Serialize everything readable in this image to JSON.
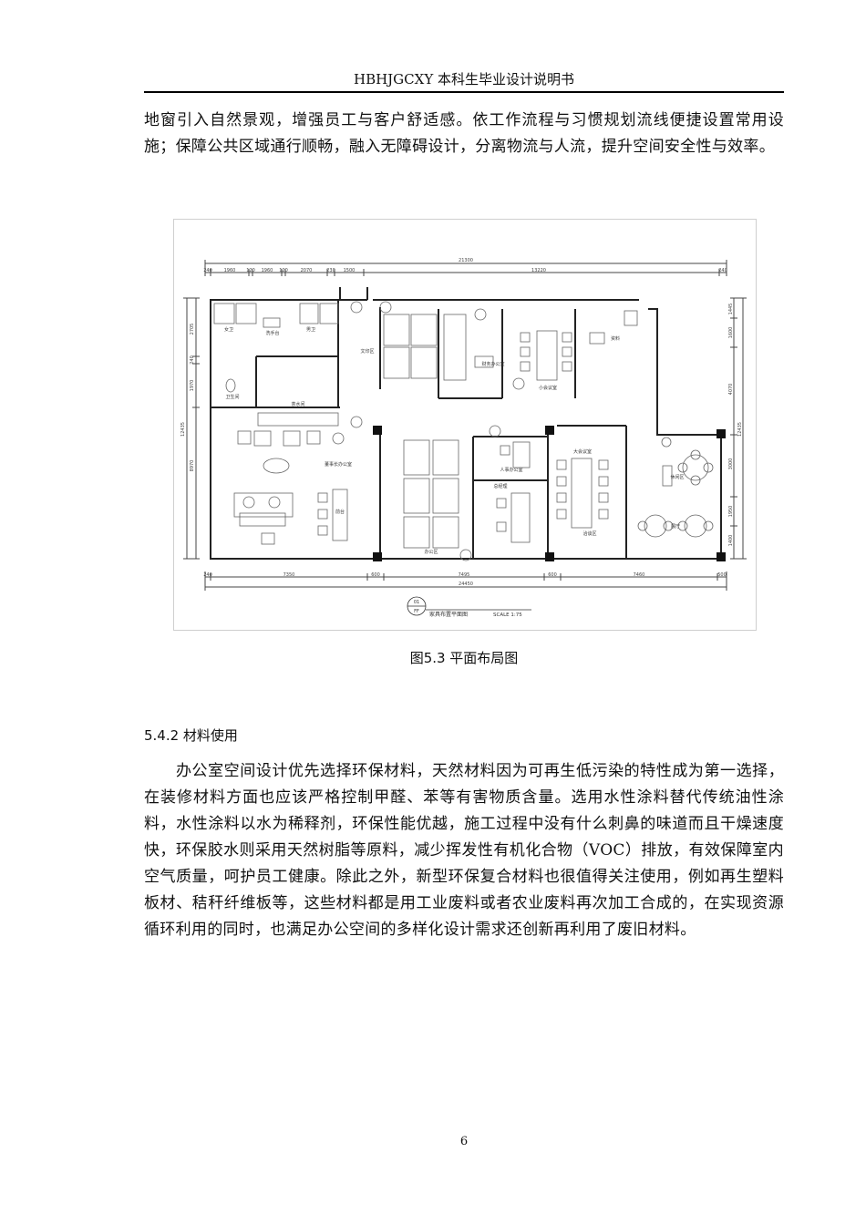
{
  "header": {
    "title": "HBHJGCXY 本科生毕业设计说明书"
  },
  "body": {
    "intro_paragraph": "地窗引入自然景观，增强员工与客户舒适感。依工作流程与习惯规划流线便捷设置常用设施；保障公共区域通行顺畅，融入无障碍设计，分离物流与人流，提升空间安全性与效率。",
    "figure_caption": "图5.3 平面布局图",
    "section_title": "5.4.2 材料使用",
    "section_paragraph": "办公室空间设计优先选择环保材料，天然材料因为可再生低污染的特性成为第一选择，在装修材料方面也应该严格控制甲醛、苯等有害物质含量。选用水性涂料替代传统油性涂料，水性涂料以水为稀释剂，环保性能优越，施工过程中没有什么刺鼻的味道而且干燥速度快，环保胶水则采用天然树脂等原料，减少挥发性有机化合物（VOC）排放，有效保障室内空气质量，呵护员工健康。除此之外，新型环保复合材料也很值得关注使用，例如再生塑料板材、秸秆纤维板等，这些材料都是用工业废料或者农业废料再次加工合成的，在实现资源循环利用的同时，也满足办公空间的多样化设计需求还创新再利用了废旧材料。"
  },
  "floor_plan": {
    "top_overall_dim": "21300",
    "top_dims": [
      "240",
      "1960",
      "120",
      "1960",
      "120",
      "2070",
      "230",
      "1500",
      "13220",
      "240"
    ],
    "bottom_dims": [
      "240",
      "7350",
      "600",
      "7495",
      "600",
      "7460",
      "500"
    ],
    "bottom_overall_dim": "24450",
    "left_dims": [
      "2705",
      "240",
      "1970",
      "12435",
      "8970"
    ],
    "right_dims": [
      "1445",
      "1600",
      "4070",
      "12435",
      "3000",
      "1950",
      "1400"
    ],
    "rooms": {
      "female_wc": "女卫",
      "wash_area": "洗手台",
      "male_wc": "男卫",
      "cleaning": "卫生间",
      "tea_room": "茶水间",
      "chairman": "董事长办公室",
      "reception": "前台",
      "copy_area": "文印区",
      "finance": "财务办公室",
      "small_meeting": "小会议室",
      "archive": "资料",
      "staff_area": "办公区",
      "hr": "人事办公室",
      "manager": "总经理",
      "large_meeting": "大会议室",
      "pantry_area": "洽谈区",
      "rest_area": "休闲区",
      "display": "展厅"
    },
    "title_block": {
      "number": "01",
      "sheet": "FF",
      "title": "家具布置平面图",
      "scale": "SCALE 1:75"
    }
  },
  "footer": {
    "page_number": "6"
  }
}
